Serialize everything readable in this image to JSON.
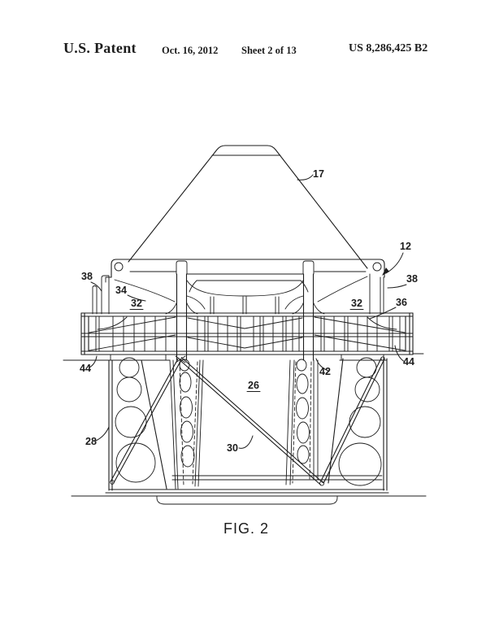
{
  "page": {
    "background": "#ffffff",
    "ink": "#1c1c1c"
  },
  "header": {
    "title": "U.S. Patent",
    "date": "Oct. 16, 2012",
    "sheet_info": "Sheet 2 of 13",
    "patent_number": "US 8,286,425 B2"
  },
  "figure": {
    "caption": "FIG. 2",
    "reference_labels": {
      "ref_17": "17",
      "ref_12": "12",
      "ref_38_left": "38",
      "ref_38_right": "38",
      "ref_34": "34",
      "ref_32_left": "32",
      "ref_32_right": "32",
      "ref_36": "36",
      "ref_44_left": "44",
      "ref_44_right": "44",
      "ref_42": "42",
      "ref_26": "26",
      "ref_28": "28",
      "ref_30": "30"
    }
  }
}
